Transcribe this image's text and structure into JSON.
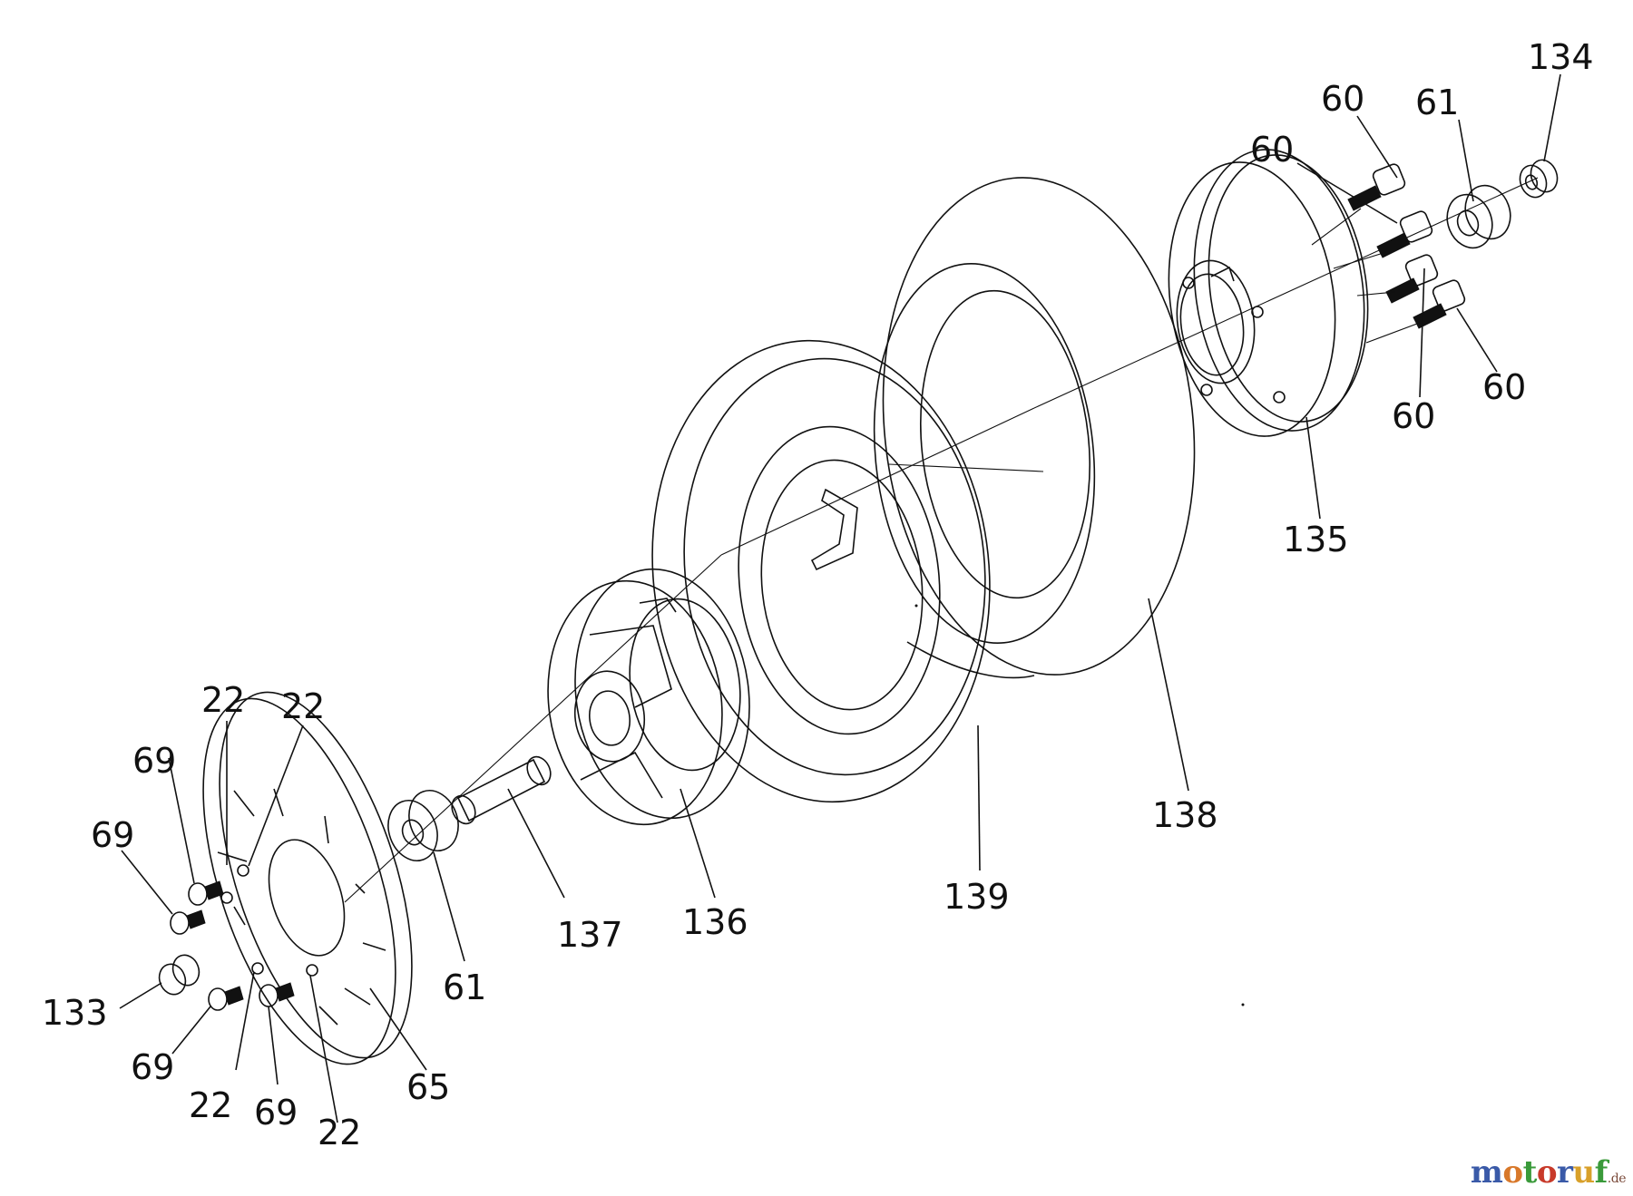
{
  "callouts": [
    {
      "id": "c134",
      "text": "134"
    },
    {
      "id": "c60a",
      "text": "60"
    },
    {
      "id": "c61a",
      "text": "61"
    },
    {
      "id": "c60b",
      "text": "60"
    },
    {
      "id": "c60c",
      "text": "60"
    },
    {
      "id": "c60d",
      "text": "60"
    },
    {
      "id": "c135",
      "text": "135"
    },
    {
      "id": "c138",
      "text": "138"
    },
    {
      "id": "c139",
      "text": "139"
    },
    {
      "id": "c136",
      "text": "136"
    },
    {
      "id": "c137",
      "text": "137"
    },
    {
      "id": "c61b",
      "text": "61"
    },
    {
      "id": "c22a",
      "text": "22"
    },
    {
      "id": "c22b",
      "text": "22"
    },
    {
      "id": "c69a",
      "text": "69"
    },
    {
      "id": "c69b",
      "text": "69"
    },
    {
      "id": "c133",
      "text": "133"
    },
    {
      "id": "c69c",
      "text": "69"
    },
    {
      "id": "c22c",
      "text": "22"
    },
    {
      "id": "c69d",
      "text": "69"
    },
    {
      "id": "c22d",
      "text": "22"
    },
    {
      "id": "c65",
      "text": "65"
    }
  ],
  "watermark": {
    "letters": [
      {
        "ch": "m",
        "color": "#3a5aa8"
      },
      {
        "ch": "o",
        "color": "#d8782a"
      },
      {
        "ch": "t",
        "color": "#3a9a3a"
      },
      {
        "ch": "o",
        "color": "#c83a2a"
      },
      {
        "ch": "r",
        "color": "#3a5aa8"
      },
      {
        "ch": "u",
        "color": "#d8a02a"
      },
      {
        "ch": "f",
        "color": "#3a9a3a"
      }
    ],
    "suffix": ".de"
  }
}
